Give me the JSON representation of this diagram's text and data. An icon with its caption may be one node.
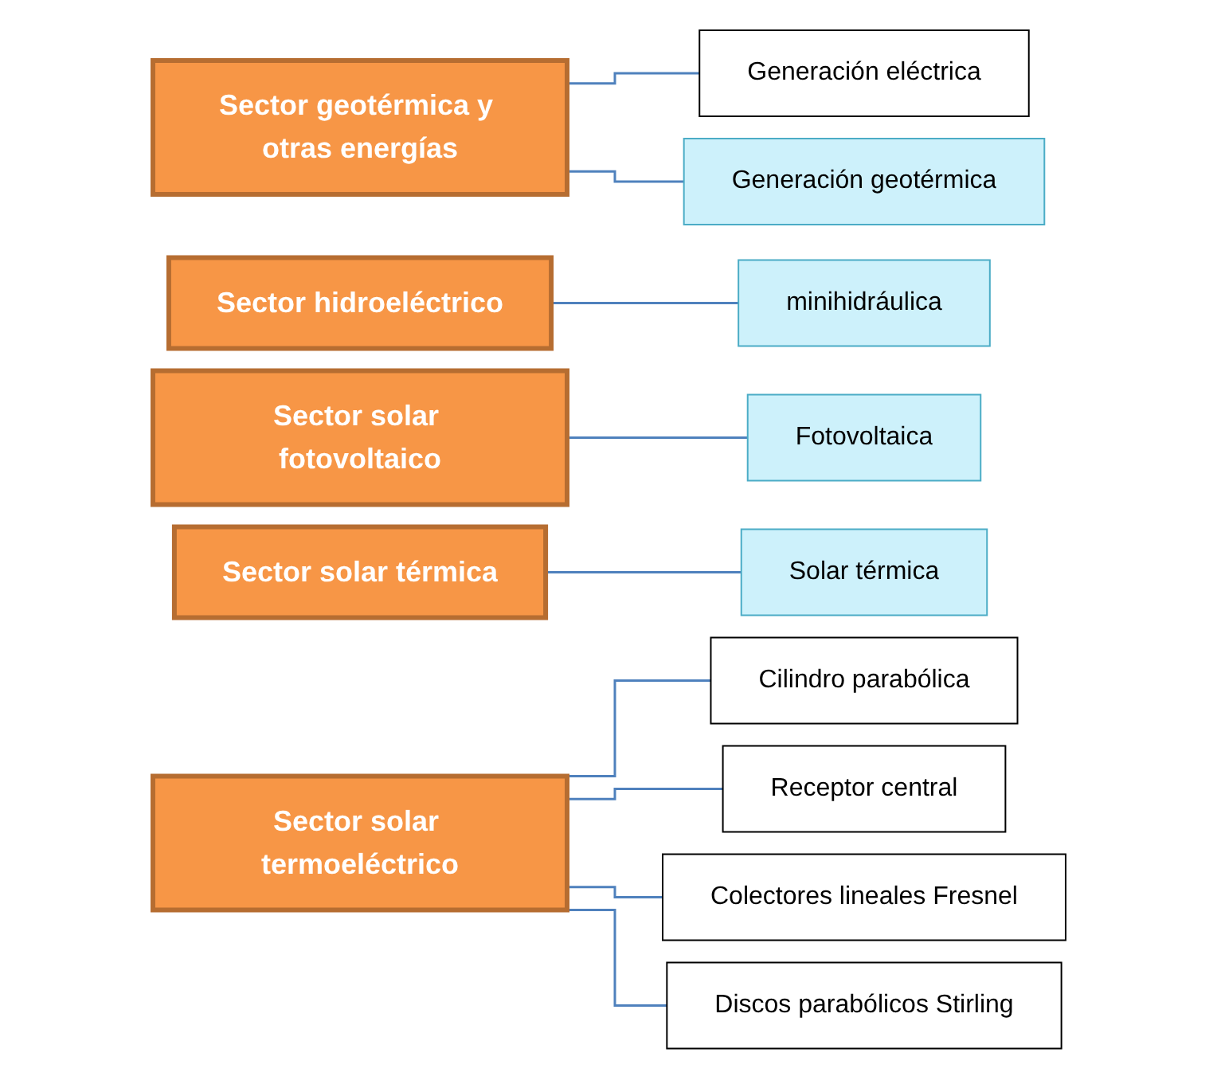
{
  "diagram": {
    "nodes": [
      {
        "text": [
          "Sector geotérmica y otras energías"
        ]
      },
      {
        "text": [
          "Generación eléctrica"
        ]
      },
      {
        "text": [
          "Generación geotérmica"
        ]
      },
      {
        "text": [
          "Sector hidroeléctrico"
        ]
      },
      {
        "text": [
          "minihidráulica"
        ]
      },
      {
        "text": [
          "Sector solar fotovoltaico"
        ]
      },
      {
        "text": [
          "Fotovoltaica"
        ]
      },
      {
        "text": [
          "Sector solar térmica"
        ]
      },
      {
        "text": [
          "Solar térmica"
        ]
      },
      {
        "text": [
          "Sector solar termoeléctrico"
        ]
      },
      {
        "text": [
          "Cilindro parabólica"
        ]
      },
      {
        "text": [
          "Receptor central"
        ]
      },
      {
        "text": [
          "Colectores lineales Fresnel"
        ]
      },
      {
        "text": [
          "Discos parabólicos Stirling"
        ]
      }
    ],
    "edges": [
      {
        "from": 0,
        "to": 1,
        "arrow": "none"
      },
      {
        "from": 0,
        "to": 2,
        "arrow": "none"
      },
      {
        "from": 3,
        "to": 4,
        "arrow": "none"
      },
      {
        "from": 5,
        "to": 6,
        "arrow": "none"
      },
      {
        "from": 7,
        "to": 8,
        "arrow": "none"
      },
      {
        "from": 9,
        "to": 10,
        "arrow": "none"
      },
      {
        "from": 9,
        "to": 11,
        "arrow": "none"
      },
      {
        "from": 9,
        "to": 12,
        "arrow": "none"
      },
      {
        "from": 9,
        "to": 13,
        "arrow": "none"
      }
    ]
  }
}
